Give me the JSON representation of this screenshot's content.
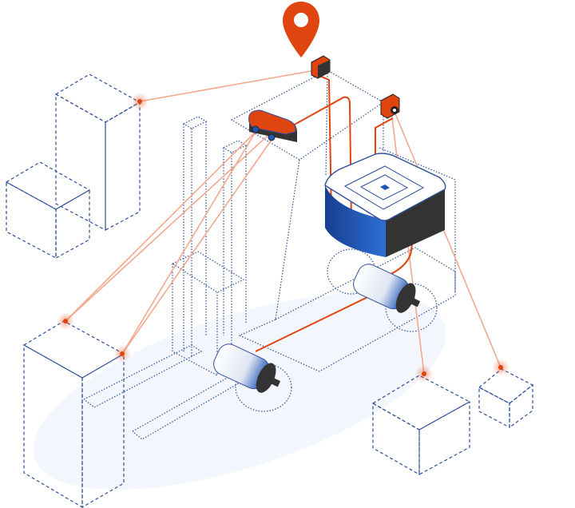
{
  "colors": {
    "accent": "#e0450f",
    "ray": "#f2a98e",
    "outline": "#2d4f9a",
    "battery_blue": "#1f56b8",
    "battery_dark": "#333333",
    "shadow": "#f3f7fd"
  },
  "icons": [
    "location-pin-icon",
    "camera-sensor-icon",
    "lidar-sensor-icon",
    "stereo-camera-icon",
    "battery-icon",
    "motor-icon"
  ],
  "target_points": 5,
  "sensors": 3,
  "motors": 2
}
